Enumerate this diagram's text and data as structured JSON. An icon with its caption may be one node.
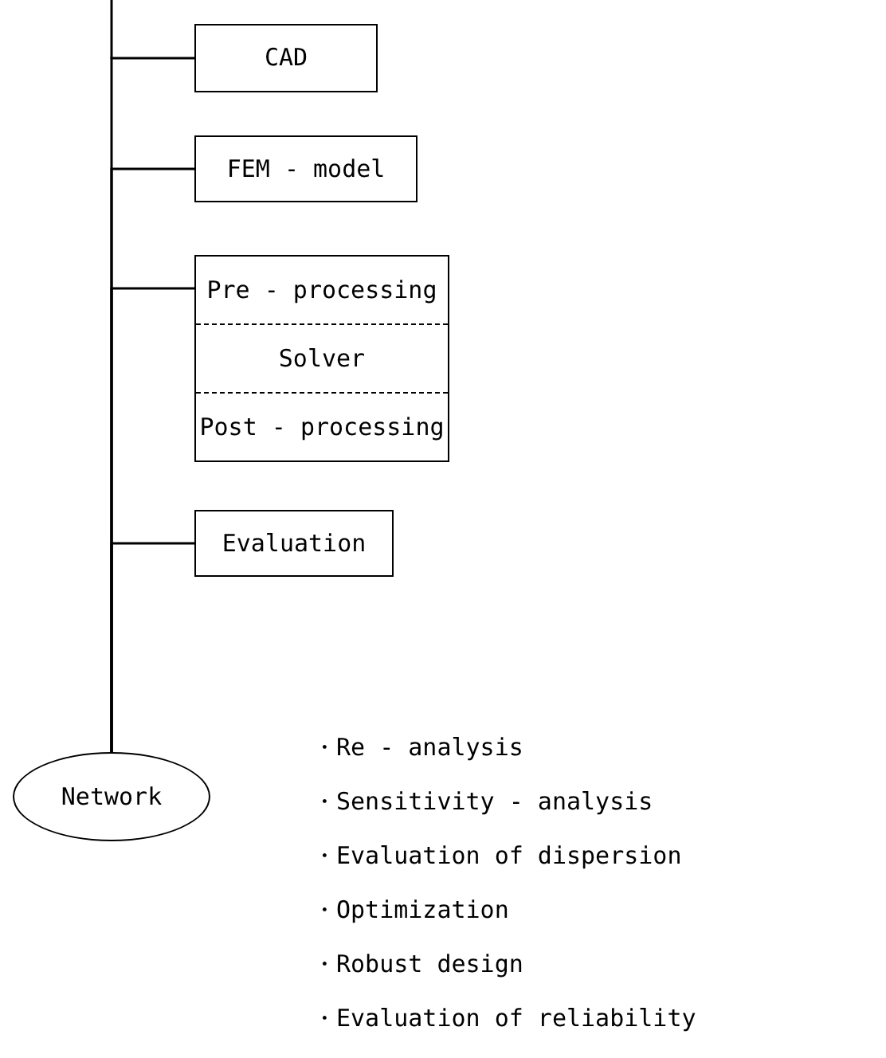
{
  "diagram": {
    "nodes": [
      {
        "text": [
          "CAD"
        ]
      },
      {
        "text": [
          "FEM - model"
        ]
      },
      {
        "text": [
          "Pre - processing",
          "Solver",
          "Post - processing"
        ]
      },
      {
        "text": [
          "Evaluation"
        ]
      },
      {
        "text": [
          "Network"
        ]
      }
    ],
    "edges": [
      {
        "from": 4,
        "to": 0,
        "arrow": "none"
      },
      {
        "from": 4,
        "to": 1,
        "arrow": "none"
      },
      {
        "from": 4,
        "to": 2,
        "arrow": "none"
      },
      {
        "from": 4,
        "to": 3,
        "arrow": "none"
      }
    ],
    "labels": [
      "・Re - analysis",
      "・Sensitivity - analysis",
      "・Evaluation of dispersion",
      "・Optimization",
      "・Robust design",
      "・Evaluation of reliability"
    ]
  }
}
